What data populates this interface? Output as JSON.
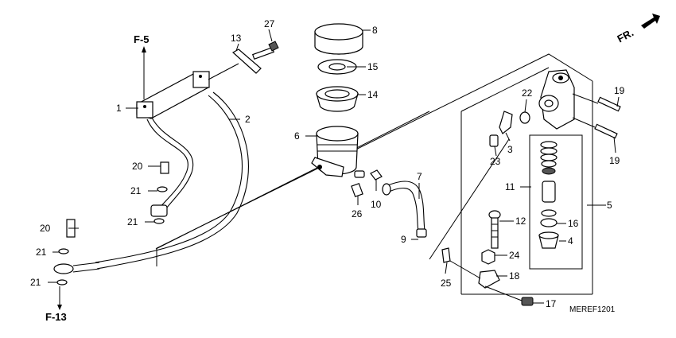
{
  "references": {
    "f5": "F-5",
    "f13": "F-13",
    "front": "FR."
  },
  "diagram_code": "MEREF1201",
  "callouts": [
    {
      "id": "c1",
      "text": "1"
    },
    {
      "id": "c2",
      "text": "2"
    },
    {
      "id": "c3",
      "text": "3"
    },
    {
      "id": "c4",
      "text": "4"
    },
    {
      "id": "c5",
      "text": "5"
    },
    {
      "id": "c6",
      "text": "6"
    },
    {
      "id": "c7",
      "text": "7"
    },
    {
      "id": "c8",
      "text": "8"
    },
    {
      "id": "c9",
      "text": "9"
    },
    {
      "id": "c10",
      "text": "10"
    },
    {
      "id": "c11",
      "text": "11"
    },
    {
      "id": "c12",
      "text": "12"
    },
    {
      "id": "c13",
      "text": "13"
    },
    {
      "id": "c14",
      "text": "14"
    },
    {
      "id": "c15",
      "text": "15"
    },
    {
      "id": "c16",
      "text": "16"
    },
    {
      "id": "c17",
      "text": "17"
    },
    {
      "id": "c18",
      "text": "18"
    },
    {
      "id": "c19a",
      "text": "19"
    },
    {
      "id": "c19b",
      "text": "19"
    },
    {
      "id": "c20a",
      "text": "20"
    },
    {
      "id": "c20b",
      "text": "20"
    },
    {
      "id": "c21a",
      "text": "21"
    },
    {
      "id": "c21b",
      "text": "21"
    },
    {
      "id": "c21c",
      "text": "21"
    },
    {
      "id": "c21d",
      "text": "21"
    },
    {
      "id": "c22",
      "text": "22"
    },
    {
      "id": "c23",
      "text": "23"
    },
    {
      "id": "c24",
      "text": "24"
    },
    {
      "id": "c25",
      "text": "25"
    },
    {
      "id": "c26",
      "text": "26"
    },
    {
      "id": "c27",
      "text": "27"
    }
  ]
}
